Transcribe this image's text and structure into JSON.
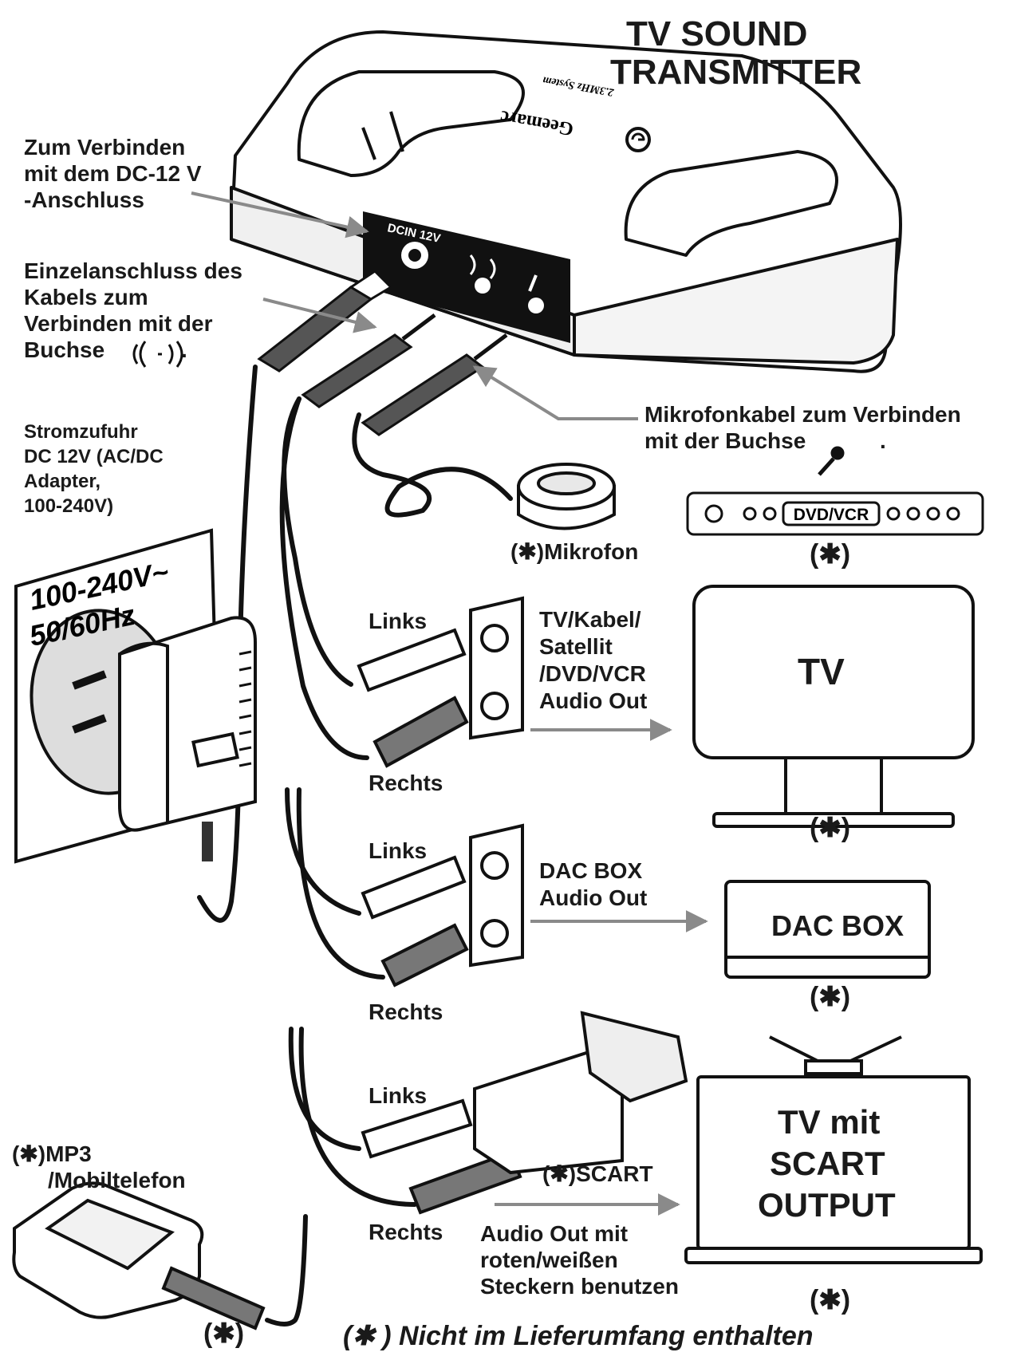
{
  "title": [
    "TV SOUND",
    "TRANSMITTER"
  ],
  "transmitter": {
    "brand": "Geemarc",
    "system": "2.3MHz System",
    "dcin_label": "DCIN 12V"
  },
  "labels": {
    "dc_connect": [
      "Zum Verbinden",
      "mit dem DC-12 V",
      "-Anschluss"
    ],
    "single_cable": [
      "Einzelanschluss des",
      "Kabels zum",
      "Verbinden mit der",
      "Buchse"
    ],
    "power": [
      "Stromzufuhr",
      "DC 12V (AC/DC",
      "Adapter,",
      "100-240V)"
    ],
    "wall_voltage": [
      "100-240V~",
      "50/60Hz"
    ],
    "mic_cable": [
      "Mikrofonkabel zum Verbinden",
      "mit der Buchse"
    ],
    "microphone": "(✱)Mikrofon",
    "dvd_vcr": "DVD/VCR",
    "tv_source": [
      "TV/Kabel/",
      "Satellit",
      "/DVD/VCR",
      "Audio Out"
    ],
    "tv": "TV",
    "dac_source": [
      "DAC BOX",
      "Audio Out"
    ],
    "dac_box": "DAC BOX",
    "scart": "(✱)SCART",
    "scart_instructions": [
      "Audio Out mit",
      "roten/weißen",
      "Steckern benutzen"
    ],
    "tv_scart": [
      "TV mit",
      "SCART",
      "OUTPUT"
    ],
    "mp3": [
      "(✱)MP3",
      "/Mobiltelefon"
    ],
    "links": "Links",
    "rechts": "Rechts",
    "asterisk": "(✱)",
    "footnote": "(✱ ) Nicht im Lieferumfang enthalten"
  }
}
